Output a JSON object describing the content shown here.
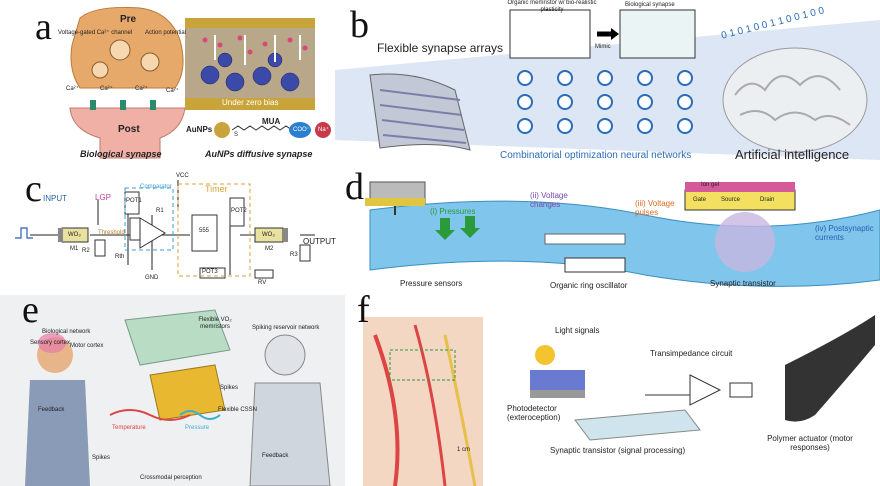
{
  "panels": {
    "a": {
      "label": "a",
      "pre": "Pre",
      "post": "Post",
      "vg_channel": "Voltage-gated Ca²⁺ channel",
      "action_potential": "Action potential",
      "ca1": "Ca²⁺",
      "ca2": "Ca²⁺",
      "ca3": "Ca²⁺",
      "ca4": "Ca²⁺",
      "au": "Au",
      "zero_bias": "Under zero bias",
      "aunps": "AuNPs",
      "s": "S",
      "mua": "MUA",
      "coo": "COO⁻",
      "na": "Na⁺",
      "bio_caption": "Biological synapse",
      "aunp_caption": "AuNPs diffusive synapse"
    },
    "b": {
      "label": "b",
      "memristor": "Organic memristor w/ bio-realistic plasticity",
      "bio_synapse": "Biological synapse",
      "mimic": "Mimic",
      "flexible_arrays": "Flexible synapse arrays",
      "binary": "0 1 0 1 0 0 1 1 0 0 1 0 0",
      "combinatorial": "Combinatorial optimization neural networks",
      "ai": "Artificial intelligence"
    },
    "c": {
      "label": "c",
      "input": "INPUT",
      "lgp": "LGP",
      "comparator": "Comparator",
      "vcc": "VCC",
      "timer": "Timer",
      "pot1": "POT1",
      "pot2": "POT2",
      "pot3": "POT3",
      "r1": "R1",
      "r2": "R2",
      "r3": "R3",
      "rth": "Rth",
      "rv": "RV",
      "threshold": "Threshold",
      "m1": "M1",
      "m2": "M2",
      "wo1": "WO₃",
      "wo2": "WO₃",
      "output": "OUTPUT",
      "gnd": "GND",
      "ic": "555"
    },
    "d": {
      "label": "d",
      "pressures": "(i) Pressures",
      "voltage_changes": "(ii) Voltage changes",
      "voltage_pulses": "(iii) Voltage pulses",
      "ion_gel": "Ion gel",
      "gate": "Gate",
      "source": "Source",
      "drain": "Drain",
      "postsynaptic": "(iv) Postsynaptic currents",
      "pressure_sensors": "Pressure sensors",
      "ring_osc": "Organic ring oscillator",
      "syn_transistor": "Synaptic transistor"
    },
    "e": {
      "label": "e",
      "bio_network": "Biological network",
      "sensory": "Sensory cortex",
      "motor": "Motor cortex",
      "flexible_vo2": "Flexible VO₂ memristors",
      "spiking": "Spiking reservoir network",
      "cssn": "Flexible CSSN",
      "spikes_top": "Spikes",
      "feedback_left": "Feedback",
      "feedback_right": "Feedback",
      "temperature": "Temperature",
      "pressure": "Pressure",
      "spikes_bottom": "Spikes",
      "crossmodal": "Crossmodal perception"
    },
    "f": {
      "label": "f",
      "light": "Light signals",
      "transimpedance": "Transimpedance circuit",
      "photodetector": "Photodetector (exteroception)",
      "scale": "1 cm",
      "syn_transistor": "Synaptic transistor (signal processing)",
      "polymer": "Polymer actuator (motor responses)"
    }
  }
}
